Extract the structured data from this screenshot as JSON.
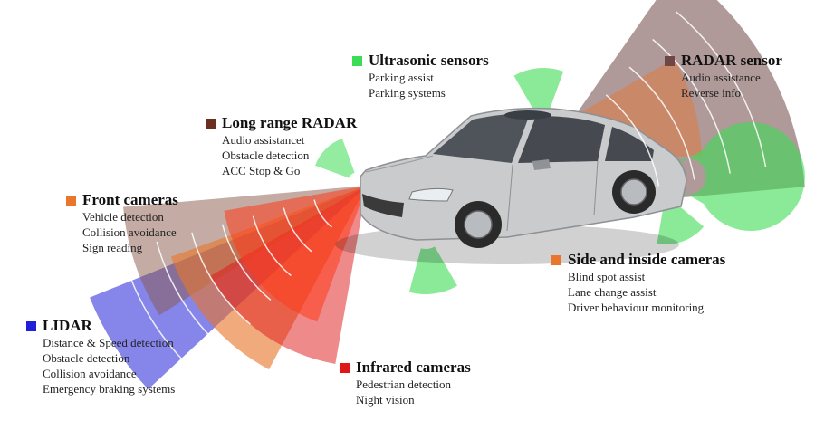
{
  "colors": {
    "lidar": "#2020d8",
    "front_cameras": "#e8762c",
    "long_range_radar": "#6b2f22",
    "ultrasonic": "#3cdc54",
    "radar_sensor": "#6e4646",
    "side_cameras": "#e8762c",
    "infrared": "#e01515"
  },
  "labels": {
    "ultrasonic": {
      "title": "Ultrasonic sensors",
      "items": [
        "Parking assist",
        "Parking systems"
      ]
    },
    "radar_sensor": {
      "title": "RADAR sensor",
      "items": [
        "Audio assistance",
        "Reverse info"
      ]
    },
    "long_range_radar": {
      "title": "Long range RADAR",
      "items": [
        "Audio assistancet",
        "Obstacle detection",
        "ACC Stop & Go"
      ]
    },
    "front_cameras": {
      "title": "Front cameras",
      "items": [
        "Vehicle detection",
        "Collision avoidance",
        "Sign reading"
      ]
    },
    "side_cameras": {
      "title": "Side and inside cameras",
      "items": [
        "Blind spot assist",
        "Lane change assist",
        "Driver behaviour monitoring"
      ]
    },
    "lidar": {
      "title": "LIDAR",
      "items": [
        "Distance & Speed detection",
        "Obstacle detection",
        "Collision avoidance",
        "Emergency braking systems"
      ]
    },
    "infrared": {
      "title": "Infrared cameras",
      "items": [
        "Pedestrian detection",
        "Night vision"
      ]
    }
  }
}
